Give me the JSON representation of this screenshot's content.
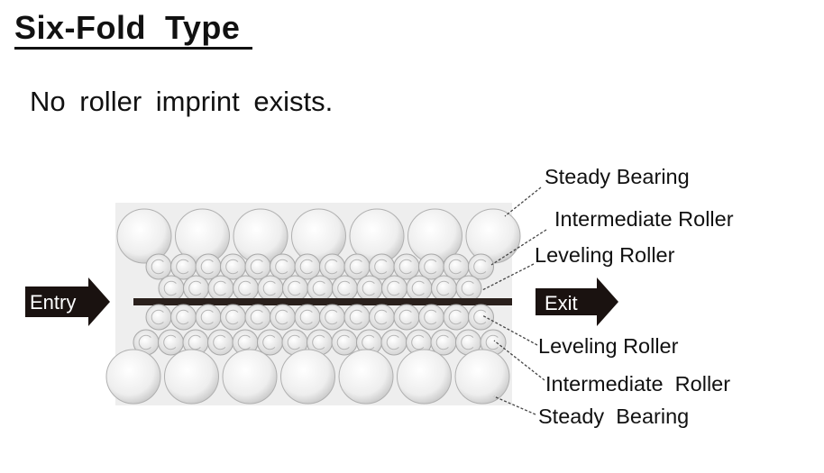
{
  "title": "Six-Fold  Type",
  "subtitle": "No roller imprint exists.",
  "entry_label": "Entry",
  "exit_label": "Exit",
  "labels": {
    "top_steady_bearing": "Steady Bearing",
    "top_intermediate_roller": "Intermediate Roller",
    "top_leveling_roller": "Leveling Roller",
    "bottom_leveling_roller": "Leveling Roller",
    "bottom_intermediate_roller": "Intermediate  Roller",
    "bottom_steady_bearing": "Steady  Bearing"
  },
  "colors": {
    "arrow": "#1a1210",
    "roller_fill": "#f2f2f2",
    "roller_stroke": "#b8b8b8",
    "text": "#111111"
  }
}
